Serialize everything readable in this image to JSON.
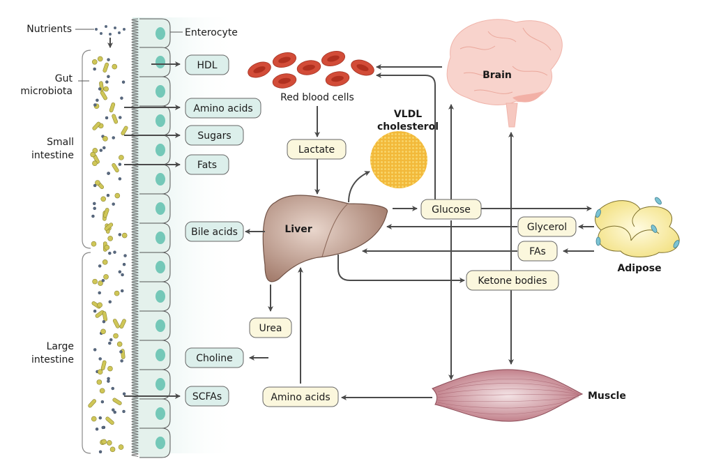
{
  "left_labels": {
    "nutrients": "Nutrients",
    "enterocyte": "Enterocyte",
    "gut_microbiota": [
      "Gut",
      "microbiota"
    ],
    "small_intestine": [
      "Small",
      "intestine"
    ],
    "large_intestine": [
      "Large",
      "intestine"
    ]
  },
  "gut_products": {
    "hdl": "HDL",
    "amino_acids": "Amino acids",
    "sugars": "Sugars",
    "fats": "Fats",
    "bile_acids": "Bile acids",
    "choline": "Choline",
    "scfas": "SCFAs"
  },
  "organs": {
    "red_blood_cells": "Red blood cells",
    "brain": "Brain",
    "vldl": [
      "VLDL",
      "cholesterol"
    ],
    "liver": "Liver",
    "adipose": "Adipose",
    "muscle": "Muscle"
  },
  "metabolites": {
    "lactate": "Lactate",
    "glucose": "Glucose",
    "glycerol": "Glycerol",
    "fas": "FAs",
    "ketone_bodies": "Ketone bodies",
    "urea": "Urea",
    "amino_acids": "Amino acids"
  },
  "colors": {
    "gut_box": "#dcefeb",
    "metabolite_box": "#fbf7dd",
    "arrow": "#4a4a4a",
    "rbc": "#c8432f",
    "brain": "#f8d3cc",
    "liver": "#a88271",
    "vldl": "#f2bd3a",
    "adipose": "#f7eb98",
    "muscle": "#c27d86",
    "nucleus": "#74c8b8",
    "microbe": "#cfc657"
  }
}
